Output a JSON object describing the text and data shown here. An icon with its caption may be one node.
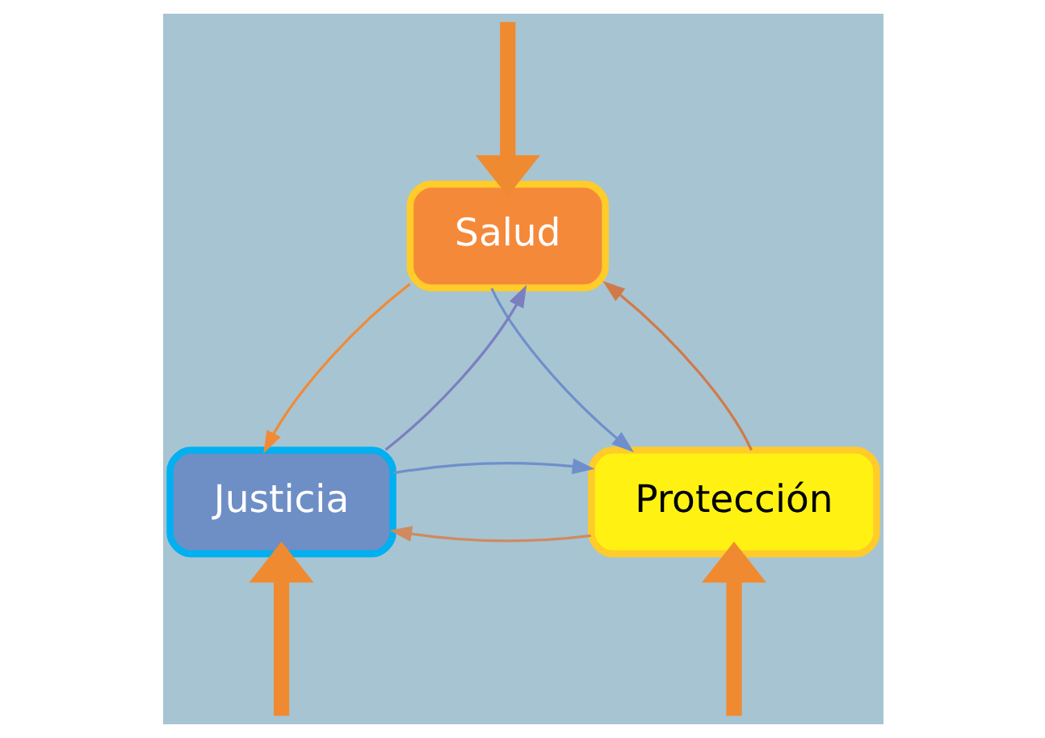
{
  "diagram": {
    "nodes": [
      {
        "text": [
          "Salud"
        ]
      },
      {
        "text": [
          "Justicia"
        ]
      },
      {
        "text": [
          "Protección"
        ]
      }
    ],
    "edges": [
      {
        "from": 0,
        "to": 1,
        "arrow": "to",
        "color": "#f28a35"
      },
      {
        "from": 1,
        "to": 0,
        "arrow": "to",
        "color": "#7b7fc0"
      },
      {
        "from": 0,
        "to": 2,
        "arrow": "to",
        "color": "#6f8fcc"
      },
      {
        "from": 2,
        "to": 0,
        "arrow": "to",
        "color": "#d07a4a"
      },
      {
        "from": 2,
        "to": 1,
        "arrow": "to",
        "color": "#d08a60"
      },
      {
        "from": 1,
        "to": 2,
        "arrow": "to",
        "color": "#6f8fcc"
      },
      {
        "from": null,
        "to": 0,
        "arrow": "to",
        "style": "thick",
        "color": "#f08a30"
      },
      {
        "from": null,
        "to": 1,
        "arrow": "to",
        "style": "thick",
        "color": "#f08a30"
      },
      {
        "from": null,
        "to": 2,
        "arrow": "to",
        "style": "thick",
        "color": "#f08a30"
      }
    ]
  }
}
